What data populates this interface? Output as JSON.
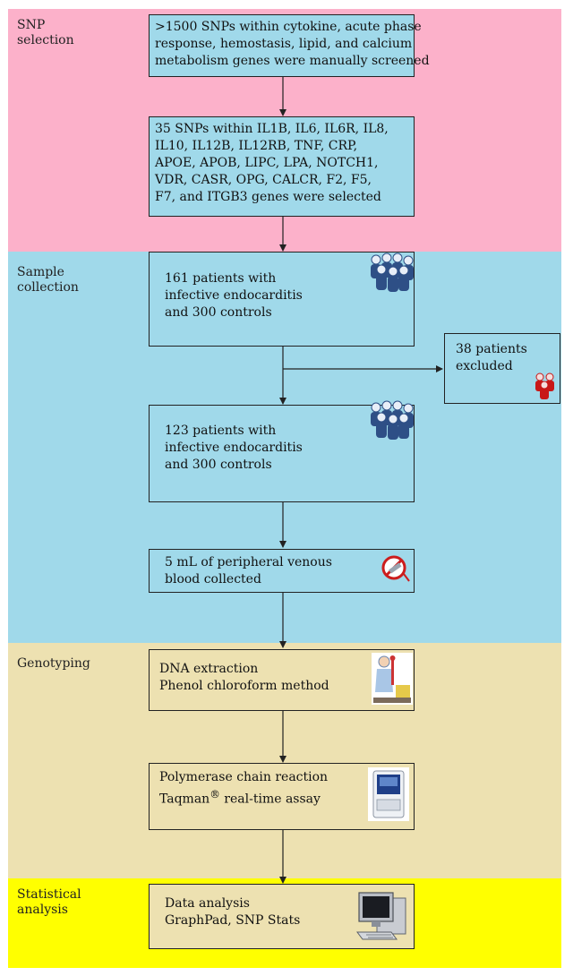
{
  "colors": {
    "snp_band": "#fcb1ca",
    "sample_band": "#a0d9ea",
    "genotyping_band": "#ede1b1",
    "stat_band": "#ffff00",
    "box_fill": "#a0d9ea"
  },
  "bands": {
    "snp": "SNP\nselection",
    "sample": "Sample\ncollection",
    "genotyping": "Genotyping",
    "stat": "Statistical\nanalysis"
  },
  "boxes": {
    "screen": [
      ">1500 SNPs within cytokine, acute phase",
      "response, hemostasis, lipid, and calcium",
      "metabolism genes were manually screened"
    ],
    "selected": [
      "35 SNPs within IL1B, IL6, IL6R, IL8,",
      "IL10, IL12B, IL12RB, TNF, CRP,",
      "APOE, APOB, LIPC, LPA, NOTCH1,",
      "VDR, CASR, OPG, CALCR, F2, F5,",
      "F7, and ITGB3 genes were selected"
    ],
    "patients161": [
      "161 patients with",
      "infective endocarditis",
      "and 300 controls"
    ],
    "excluded": [
      "38 patients",
      "excluded"
    ],
    "patients123": [
      "123 patients with",
      "infective endocarditis",
      "and 300 controls"
    ],
    "blood": [
      "5 mL of peripheral venous",
      "blood collected"
    ],
    "dna": [
      "DNA extraction",
      "Phenol chloroform method"
    ],
    "pcr_line1": "Polymerase chain reaction",
    "pcr_line2_brand": "Taqman",
    "pcr_line2_mark": "®",
    "pcr_line2_rest": " real-time assay",
    "analysis": [
      "Data analysis",
      "GraphPad, SNP Stats"
    ]
  },
  "icons": [
    "people-group-icon",
    "excluded-people-icon",
    "people-group-icon",
    "syringe-icon",
    "lab-technician-icon",
    "pcr-machine-icon",
    "computer-icon"
  ]
}
